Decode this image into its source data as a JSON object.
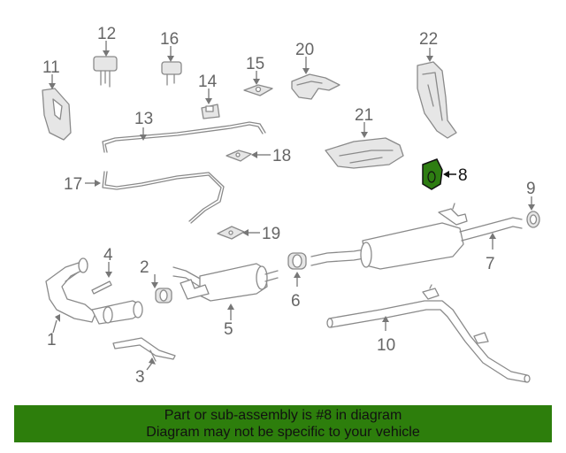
{
  "diagram": {
    "callouts": [
      "1",
      "2",
      "3",
      "4",
      "5",
      "6",
      "7",
      "8",
      "9",
      "10",
      "11",
      "12",
      "13",
      "14",
      "15",
      "16",
      "17",
      "18",
      "19",
      "20",
      "21",
      "22"
    ],
    "highlighted_part": "8",
    "highlight_color": "#2e7d12"
  },
  "banner": {
    "line1": "Part or sub-assembly is #8 in diagram",
    "line2": "Diagram may not be specific to your vehicle",
    "background": "#2d7e0c"
  }
}
